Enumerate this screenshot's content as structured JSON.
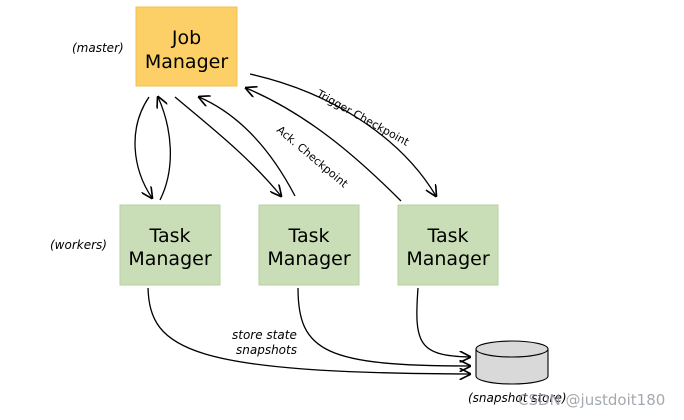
{
  "job_manager": {
    "line1": "Job",
    "line2": "Manager",
    "role": "(master)",
    "fill": "#fcd066",
    "stroke": "#f2c04c"
  },
  "workers_label": "(workers)",
  "task_managers": [
    {
      "line1": "Task",
      "line2": "Manager"
    },
    {
      "line1": "Task",
      "line2": "Manager"
    },
    {
      "line1": "Task",
      "line2": "Manager"
    }
  ],
  "task_fill": "#c9deb6",
  "task_stroke": "#b7d1a2",
  "edges": {
    "trigger": "Trigger Checkpoint",
    "ack": "Ack. Checkpoint",
    "store_line1": "store state",
    "store_line2": "snapshots"
  },
  "snapshot_store": {
    "label": "(snapshot store)",
    "fill": "#d9d9d9"
  },
  "watermark": "CSDN @justdoit180"
}
